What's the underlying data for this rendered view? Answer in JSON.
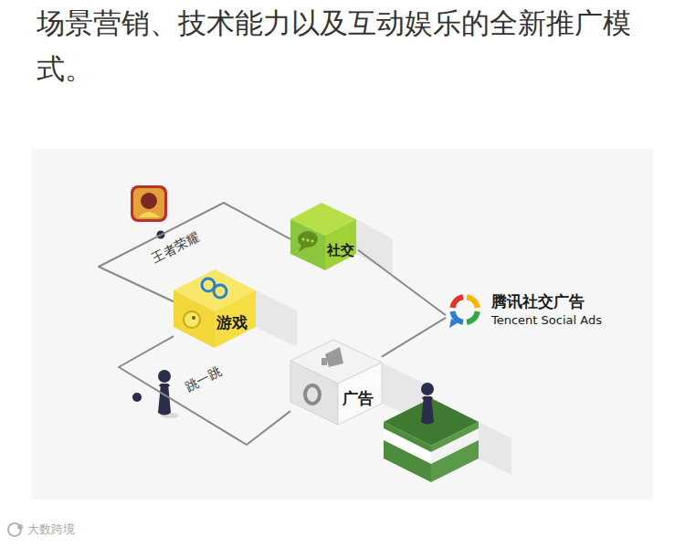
{
  "diagram": {
    "nodes": [
      {
        "text": [
          "社交"
        ]
      },
      {
        "text": [
          "游戏"
        ]
      },
      {
        "text": [
          "腾讯社交广告",
          "Tencent Social Ads"
        ]
      },
      {
        "text": [
          "广告"
        ]
      }
    ],
    "edges": [
      {
        "from": 1,
        "to": 0,
        "label": "王者荣耀",
        "arrow": "none"
      },
      {
        "from": 1,
        "to": 3,
        "label": "跳一跳",
        "arrow": "none"
      },
      {
        "from": 0,
        "to": 2,
        "arrow": "none"
      },
      {
        "from": 3,
        "to": 2,
        "arrow": "none"
      }
    ],
    "labels": [
      "场景营销、技术能力以及互动娱乐的全新推广模式。",
      "大数跨境"
    ]
  }
}
